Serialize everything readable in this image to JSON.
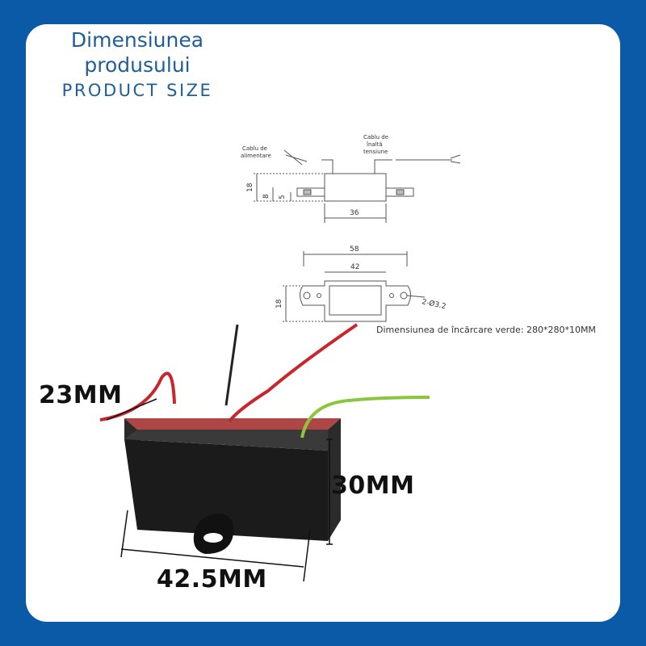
{
  "header": {
    "title_line1": "Dimensiunea",
    "title_line2": "produsului",
    "subtitle": "PRODUCT SIZE"
  },
  "drawing": {
    "label_power_cable": [
      "Cablu de",
      "alimentare"
    ],
    "label_hv_cable": [
      "Cablu de",
      "înaltă",
      "tensiune"
    ],
    "dims": {
      "h18_side": "18",
      "h8": "8",
      "h5": "5",
      "w36": "36",
      "w58": "58",
      "w42": "42",
      "h18_top": "18",
      "holes": "2-Ø3.2"
    }
  },
  "note": "Dimensiunea de încărcare verde: 280*280*10MM",
  "photo_dims": {
    "depth": "23MM",
    "height": "30MM",
    "width": "42.5MM"
  },
  "colors": {
    "background": "#0b5aa8",
    "title": "#1f5e99",
    "box": "#1b1b1b",
    "wire_red": "#c8262b",
    "wire_green": "#8cc63f"
  }
}
